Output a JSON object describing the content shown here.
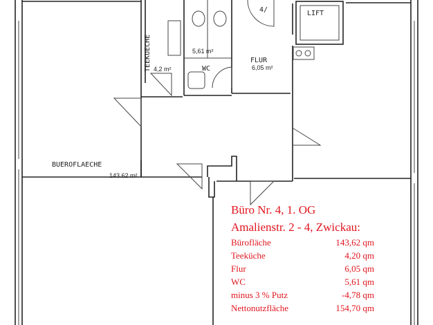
{
  "plan": {
    "rooms": {
      "teekueche": {
        "name": "TEEKUECHE",
        "area": "4,2 m²"
      },
      "wc": {
        "name": "WC",
        "area": "5,61 m²"
      },
      "flur": {
        "name": "FLUR",
        "area": "6,05 m²"
      },
      "lift": {
        "name": "LIFT"
      },
      "bueroflaeche": {
        "name": "BUEROFLAECHE",
        "area": "143.62 m²"
      },
      "stair_mark": "4/"
    }
  },
  "summary": {
    "title": "Büro Nr. 4, 1. OG",
    "address": "Amalienstr. 2 - 4, Zwickau:",
    "rows": [
      {
        "label": "Bürofläche",
        "value": "143,62 qm"
      },
      {
        "label": "Teeküche",
        "value": "4,20 qm"
      },
      {
        "label": "Flur",
        "value": "6,05 qm"
      },
      {
        "label": "WC",
        "value": "5,61 qm"
      },
      {
        "label": "minus 3 % Putz",
        "value": "-4,78 qm"
      },
      {
        "label": "Nettonutzfläche",
        "value": "154,70 qm"
      }
    ],
    "color": "#e0141e"
  }
}
